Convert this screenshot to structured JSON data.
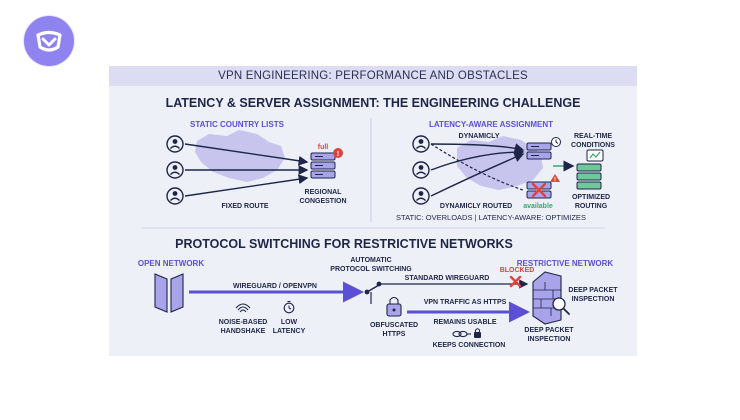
{
  "header": {
    "title": "VPN ENGINEERING: PERFORMANCE AND OBSTACLES"
  },
  "latency": {
    "heading": "LATENCY & SERVER ASSIGNMENT: THE ENGINEERING CHALLENGE",
    "static": {
      "label": "STATIC COUNTRY LISTS",
      "full_badge": "full",
      "alert_mark": "!",
      "fixed_route": "FIXED ROUTE",
      "congestion_line1": "REGIONAL",
      "congestion_line2": "CONGESTION"
    },
    "aware": {
      "label": "LATENCY-AWARE ASSIGNMENT",
      "dynamically": "DYNAMICLY",
      "dynamically_routed": "DYNAMICLY ROUTED",
      "available": "available",
      "realtime_line1": "REAL-TIME",
      "realtime_line2": "CONDITIONS",
      "optimized_line1": "OPTIMIZED",
      "optimized_line2": "ROUTING"
    },
    "caption": "STATIC: OVERLOADS | LATENCY-AWARE: OPTIMIZES"
  },
  "protocol": {
    "heading": "PROTOCOL SWITCHING FOR RESTRICTIVE NETWORKS",
    "open_network": "OPEN NETWORK",
    "restrictive_network": "RESTRICTIVE NETWORK",
    "wireguard_openvpn": "WIREGUARD / OPENVPN",
    "auto_switch_line1": "AUTOMATIC",
    "auto_switch_line2": "PROTOCOL SWITCHING",
    "standard_wireguard": "STANDARD WIREGUARD",
    "blocked": "BLOCKED",
    "dpi_line1": "DEEP PACKET",
    "dpi_line2": "INSPECTION",
    "vpn_as_https": "VPN TRAFFIC AS HTTPS",
    "remains_usable": "REMAINS USABLE",
    "obfuscated_line1": "OBFUSCATED",
    "obfuscated_line2": "HTTPS",
    "keeps_connection": "KEEPS CONNECTION",
    "noise_line1": "NOISE-BASED",
    "noise_line2": "HANDSHAKE",
    "low_latency_line1": "LOW",
    "low_latency_line2": "LATENCY"
  },
  "colors": {
    "navy": "#1f2547",
    "purple": "#5b4fd6",
    "lavender": "#a9a3ea",
    "red": "#e0433d",
    "green": "#35a76a",
    "brand": "#8f83f0"
  }
}
